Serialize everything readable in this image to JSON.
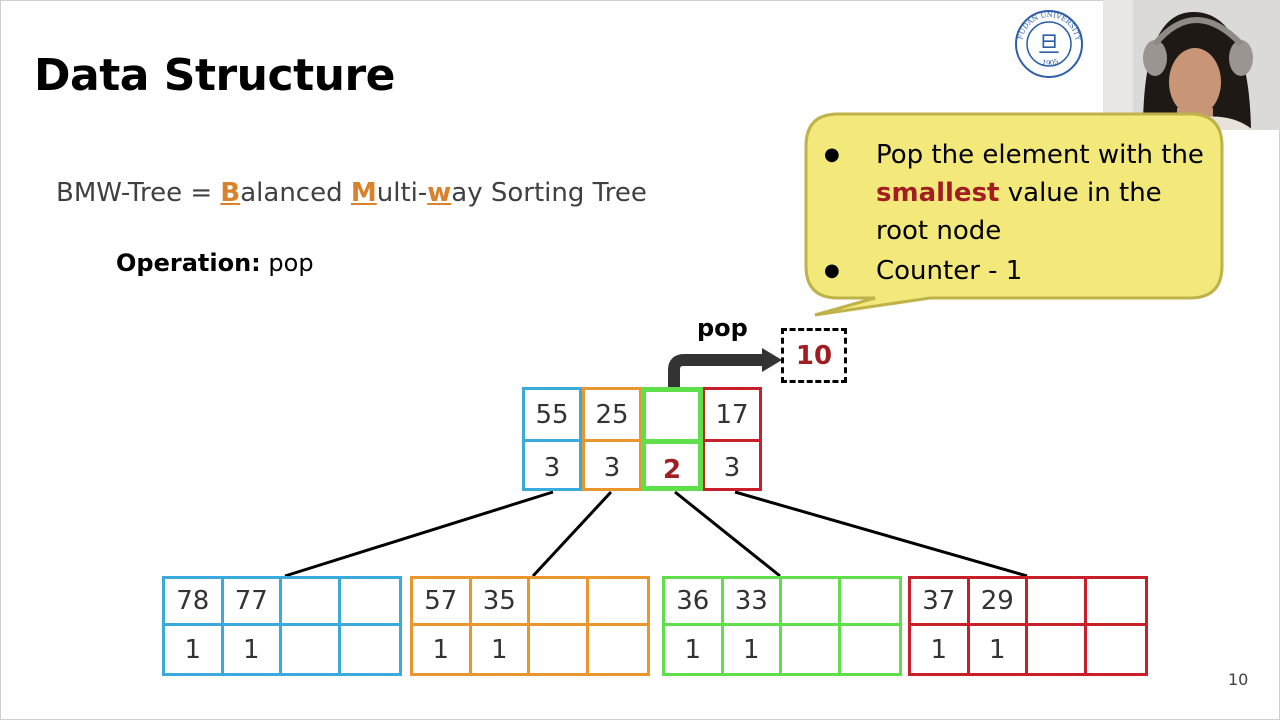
{
  "title": "Data Structure",
  "subtitle": {
    "prefix": "BMW-Tree = ",
    "b_letter": "B",
    "b_rest": "alanced ",
    "m_letter": "M",
    "m_rest": "ulti-",
    "w_letter": "w",
    "w_rest": "ay Sorting Tree"
  },
  "operation": {
    "label": "Operation:",
    "value": " pop"
  },
  "callout": {
    "bullet1_before": "Pop the element with the ",
    "bullet1_highlight": "smallest",
    "bullet1_after": " value in the root node",
    "bullet2": "Counter - 1"
  },
  "pop_label": "pop",
  "popped_value": "10",
  "page_number": "10",
  "logo": {
    "text_top": "FUDAN UNIVERSITY",
    "text_bottom": "1905",
    "center_glyph": "旦"
  },
  "colors": {
    "blue": "#3aa9dc",
    "orange": "#e9962e",
    "green": "#5fe04a",
    "red": "#c8202a",
    "callout_fill": "#f2e97a",
    "callout_border": "#bfb24a"
  },
  "tree": {
    "root": {
      "cells": [
        {
          "value": "55",
          "counter": "3",
          "color": "blue"
        },
        {
          "value": "25",
          "counter": "3",
          "color": "orange"
        },
        {
          "value": "",
          "counter": "2",
          "color": "green",
          "highlight": true
        },
        {
          "value": "17",
          "counter": "3",
          "color": "red"
        }
      ]
    },
    "children": [
      {
        "color": "blue",
        "values": [
          "78",
          "77",
          "",
          ""
        ],
        "counters": [
          "1",
          "1",
          "",
          ""
        ]
      },
      {
        "color": "orange",
        "values": [
          "57",
          "35",
          "",
          ""
        ],
        "counters": [
          "1",
          "1",
          "",
          ""
        ]
      },
      {
        "color": "green",
        "values": [
          "36",
          "33",
          "",
          ""
        ],
        "counters": [
          "1",
          "1",
          "",
          ""
        ]
      },
      {
        "color": "red",
        "values": [
          "37",
          "29",
          "",
          ""
        ],
        "counters": [
          "1",
          "1",
          "",
          ""
        ]
      }
    ]
  }
}
